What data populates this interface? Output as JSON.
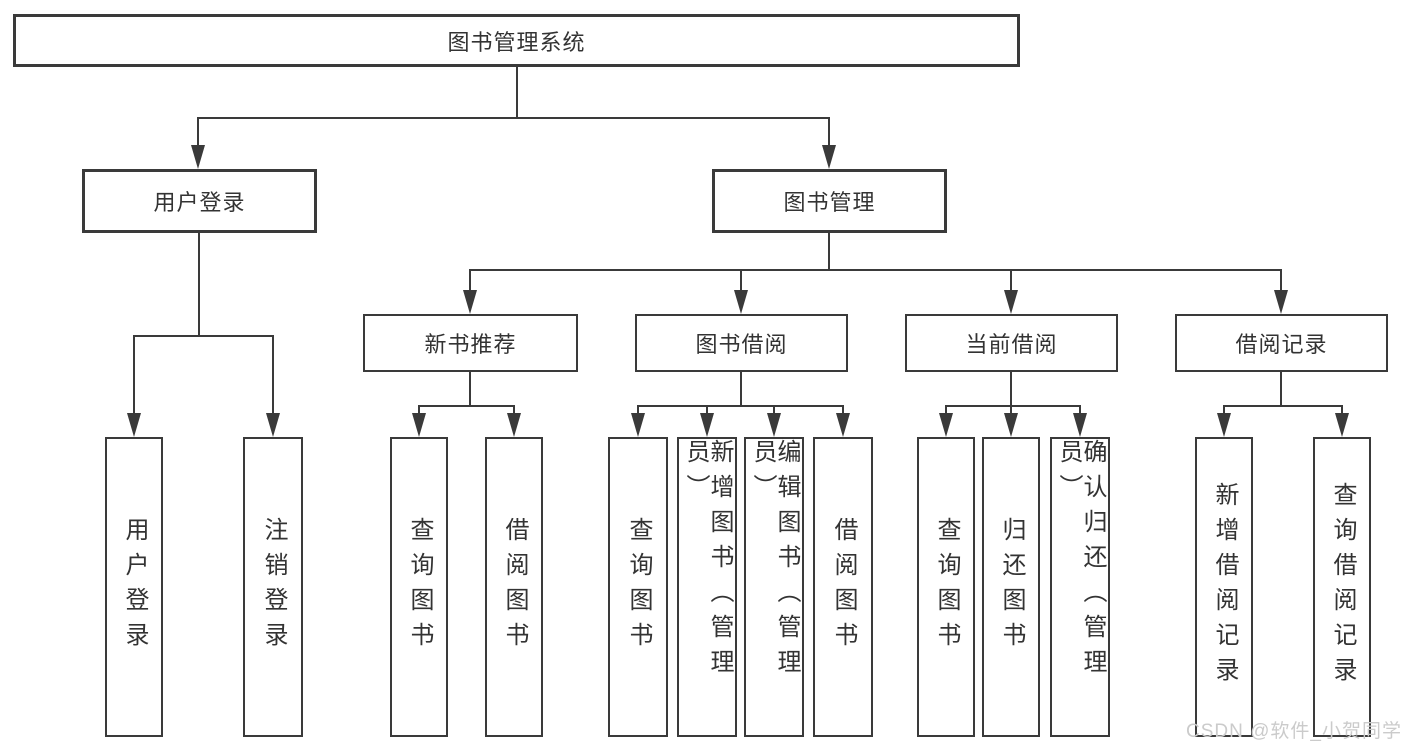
{
  "tree": {
    "label": "图书管理系统",
    "children": [
      {
        "label": "用户登录",
        "children": [
          {
            "label": "用户登录"
          },
          {
            "label": "注销登录"
          }
        ]
      },
      {
        "label": "图书管理",
        "children": [
          {
            "label": "新书推荐",
            "children": [
              {
                "label": "查询图书"
              },
              {
                "label": "借阅图书"
              }
            ]
          },
          {
            "label": "图书借阅",
            "children": [
              {
                "label": "查询图书"
              },
              {
                "label": "新增图书（管理员）"
              },
              {
                "label": "编辑图书（管理员）"
              },
              {
                "label": "借阅图书"
              }
            ]
          },
          {
            "label": "当前借阅",
            "children": [
              {
                "label": "查询图书"
              },
              {
                "label": "归还图书"
              },
              {
                "label": "确认归还（管理员）"
              }
            ]
          },
          {
            "label": "借阅记录",
            "children": [
              {
                "label": "新增借阅记录"
              },
              {
                "label": "查询借阅记录"
              }
            ]
          }
        ]
      }
    ]
  },
  "watermark": {
    "text": "CSDN @软件_小贺同学",
    "color": "#cbcbcb"
  },
  "colors": {
    "line": "#3a3a3a",
    "text": "#333333",
    "background": "#ffffff"
  }
}
